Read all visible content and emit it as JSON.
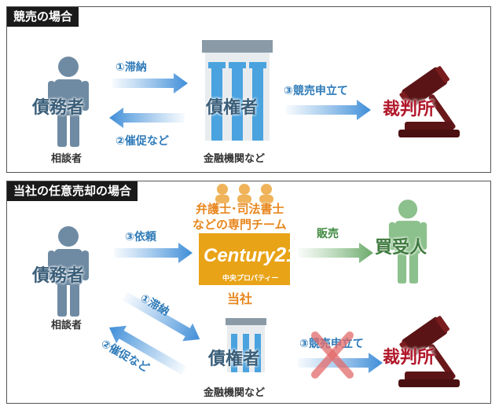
{
  "panel1": {
    "title": "競売の場合",
    "debtor": "債務者",
    "consultant": "相談者",
    "arrow_default": "①滞納",
    "arrow_demand": "②催促など",
    "creditor": "債権者",
    "creditor_sub": "金融機関など",
    "arrow_auction": "③競売申立て",
    "court": "裁判所"
  },
  "panel2": {
    "title": "当社の任意売却の場合",
    "debtor": "債務者",
    "consultant": "相談者",
    "arrow_request": "③依頼",
    "team_line1": "弁護士･司法書士",
    "team_line2": "などの専門チーム",
    "logo_text": "Century",
    "logo_num": "21",
    "logo_sub": "中央プロパティー",
    "company": "当社",
    "arrow_sale": "販売",
    "buyer": "買受人",
    "arrow_default": "①滞納",
    "arrow_demand": "②催促など",
    "creditor": "債権者",
    "creditor_sub": "金融機関など",
    "arrow_auction": "③競売申立て",
    "court": "裁判所"
  },
  "colors": {
    "person": "#6f8ba3",
    "arrow_blue": "#5b9fe0",
    "arrow_green": "#8cc08c",
    "building_blue": "#4aa3df",
    "court_red": "#b2182b",
    "logo_gold": "#e8a317",
    "cross_red": "#e36a6a"
  }
}
